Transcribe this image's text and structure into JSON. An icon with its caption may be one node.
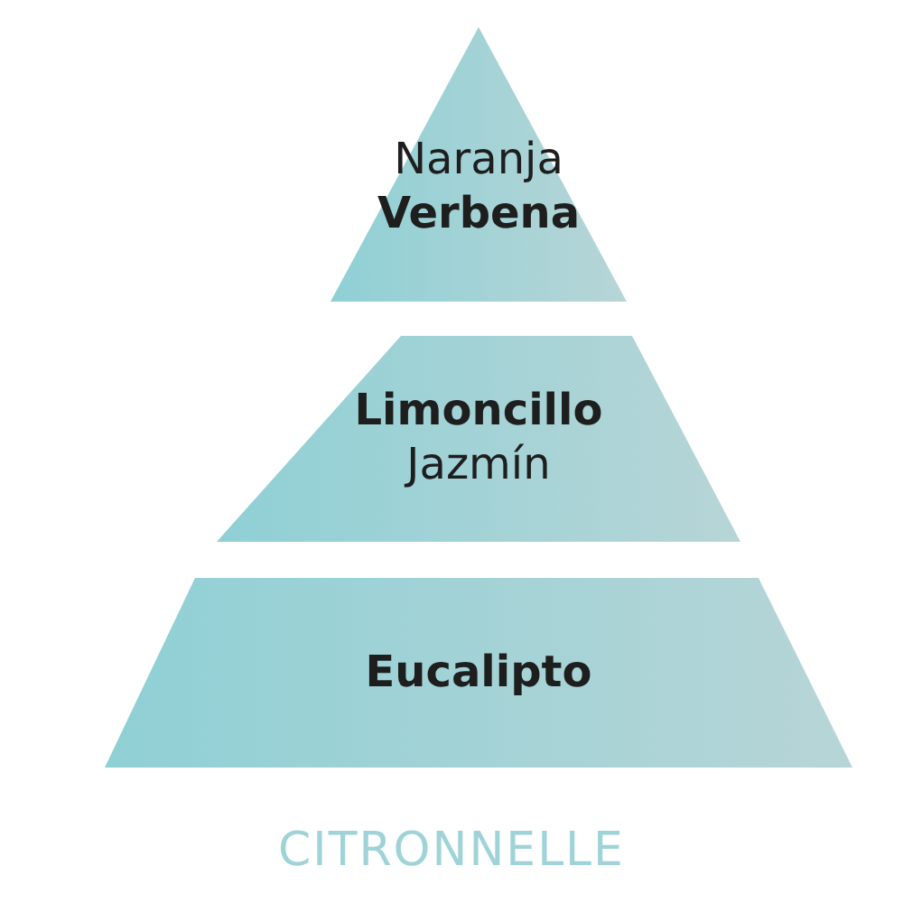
{
  "diagram": {
    "caption": "CITRONNELLE",
    "nodes": [
      {
        "text": [
          "Naranja",
          "Verbena"
        ]
      },
      {
        "text": [
          "Limoncillo",
          "Jazmín"
        ]
      },
      {
        "text": [
          "Eucalipto"
        ]
      }
    ]
  }
}
